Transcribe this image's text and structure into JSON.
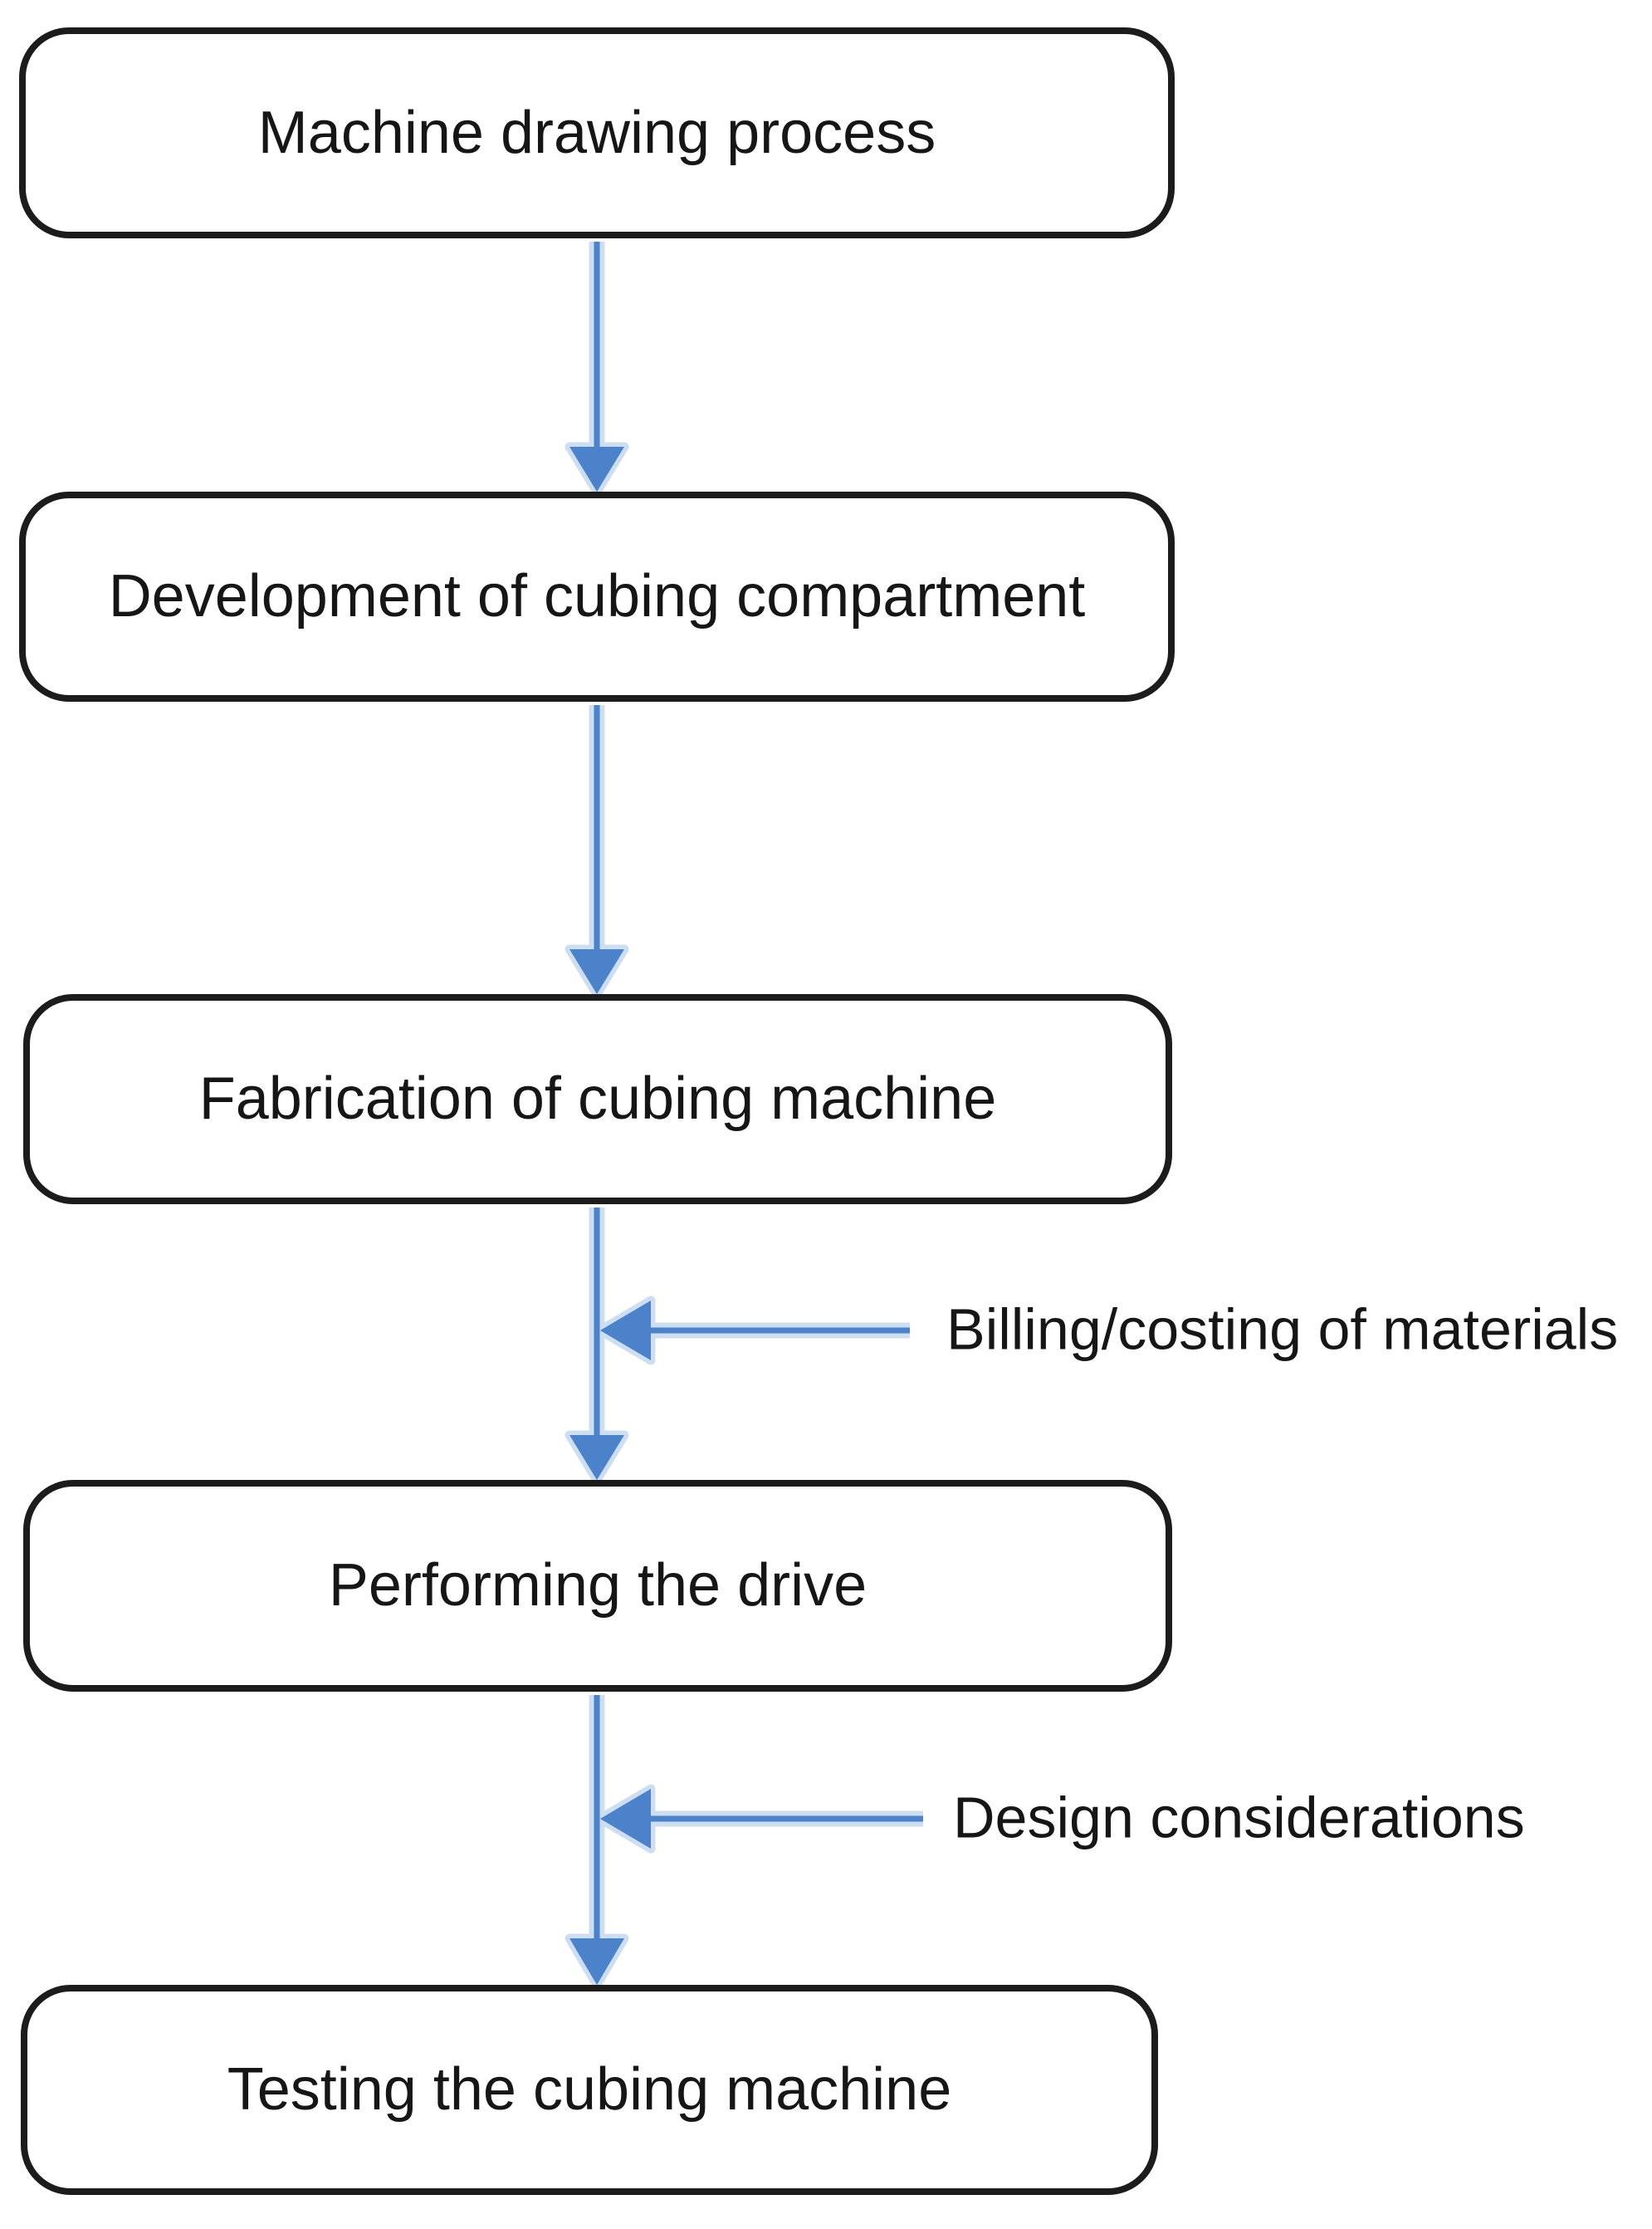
{
  "diagram": {
    "type": "flowchart",
    "nodes": [
      {
        "label": "Machine drawing process"
      },
      {
        "label": "Development of cubing compartment"
      },
      {
        "label": "Fabrication of cubing machine"
      },
      {
        "label": "Performing the drive"
      },
      {
        "label": "Testing the cubing machine"
      }
    ],
    "flow": [
      {
        "from": "Machine drawing process",
        "to": "Development of cubing compartment"
      },
      {
        "from": "Development of cubing compartment",
        "to": "Fabrication of cubing machine"
      },
      {
        "from": "Fabrication of cubing machine",
        "to": "Performing the drive"
      },
      {
        "from": "Performing the drive",
        "to": "Testing the cubing machine"
      }
    ],
    "side_inputs": [
      {
        "label": "Billing/costing of materials",
        "merges_into_flow_before": "Performing the drive"
      },
      {
        "label": "Design considerations",
        "merges_into_flow_before": "Testing the cubing machine"
      }
    ],
    "colors": {
      "arrow_blue": "#4b82ca",
      "arrow_halo": "#cdddf2",
      "box_border": "#1c1c1c",
      "text": "#161616",
      "background": "#ffffff"
    }
  }
}
